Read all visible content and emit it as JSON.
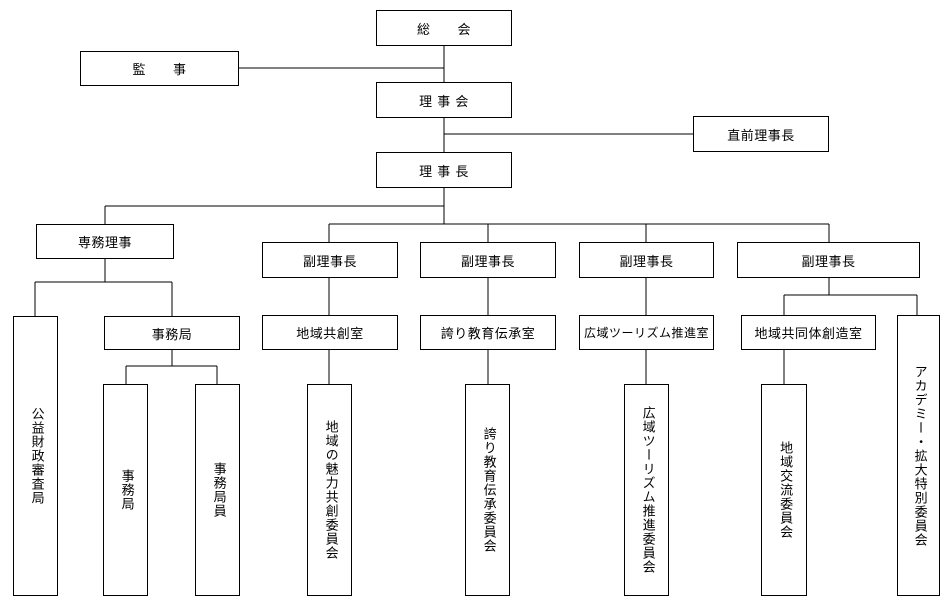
{
  "org": {
    "general_assembly": "総　　会",
    "auditor": "監　　事",
    "board": "理 事 会",
    "former_chair": "直前理事長",
    "chair": "理 事 長",
    "exec_director": "専務理事",
    "vice_chair_1": "副理事長",
    "vice_chair_2": "副理事長",
    "vice_chair_3": "副理事長",
    "vice_chair_4": "副理事長",
    "public_audit_bureau": "公益財政審査局",
    "secretariat": "事務局",
    "secretariat_office": "事務局",
    "secretariat_staff": "事務局員",
    "office_regional": "地域共創室",
    "office_pride": "誇り教育伝承室",
    "office_tourism": "広域ツーリズム推進室",
    "office_community": "地域共同体創造室",
    "committee_regional": "地域の魅力共創委員会",
    "committee_pride": "誇り教育伝承委員会",
    "committee_tourism": "広域ツーリズム推進委員会",
    "committee_exchange": "地域交流委員会",
    "committee_academy": "アカデミー・拡大特別委員会"
  }
}
